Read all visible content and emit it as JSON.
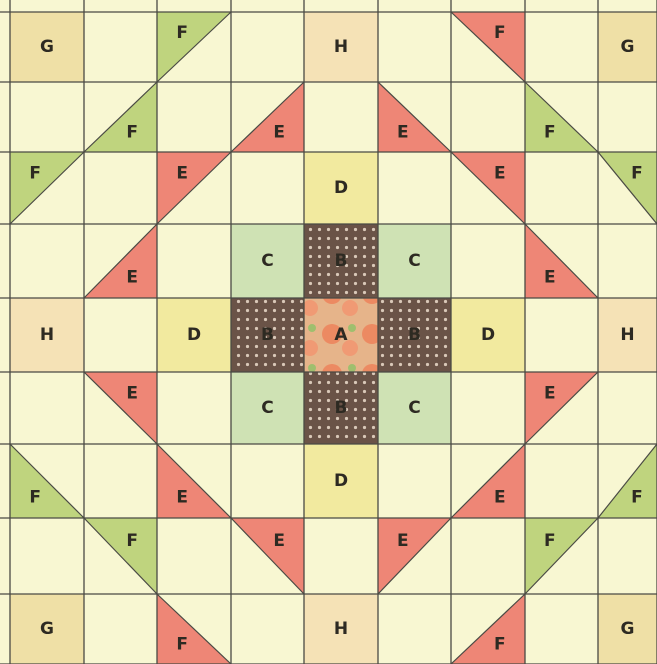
{
  "quilt": {
    "cols": 9,
    "rows": 9,
    "colors": {
      "background": "#f8f7d2",
      "grid_line": "#4a4a44",
      "fabric_A": "#e9936e",
      "fabric_B": "#6a5347",
      "fabric_C": "#cfe2b4",
      "fabric_D": "#f2ea9f",
      "fabric_E": "#ee8676",
      "fabric_F": "#bfd47e",
      "fabric_G": "#efe0a6",
      "fabric_H": "#f5e2b6"
    },
    "blocks": [
      {
        "r": 0,
        "c": 0,
        "label": "G",
        "shape": "full",
        "fabric": "G"
      },
      {
        "r": 0,
        "c": 2,
        "label": "F",
        "shape": "tl",
        "fabric": "F"
      },
      {
        "r": 0,
        "c": 4,
        "label": "H",
        "shape": "full",
        "fabric": "H"
      },
      {
        "r": 0,
        "c": 6,
        "label": "F",
        "shape": "tr",
        "fabric": "E"
      },
      {
        "r": 0,
        "c": 8,
        "label": "G",
        "shape": "full",
        "fabric": "G"
      },
      {
        "r": 1,
        "c": 1,
        "label": "F",
        "shape": "br",
        "fabric": "F"
      },
      {
        "r": 1,
        "c": 3,
        "label": "E",
        "shape": "br",
        "fabric": "E"
      },
      {
        "r": 1,
        "c": 5,
        "label": "E",
        "shape": "bl",
        "fabric": "E"
      },
      {
        "r": 1,
        "c": 7,
        "label": "F",
        "shape": "bl",
        "fabric": "F"
      },
      {
        "r": 2,
        "c": 0,
        "label": "F",
        "shape": "tl",
        "fabric": "F"
      },
      {
        "r": 2,
        "c": 2,
        "label": "E",
        "shape": "tl",
        "fabric": "E"
      },
      {
        "r": 2,
        "c": 4,
        "label": "D",
        "shape": "full",
        "fabric": "D"
      },
      {
        "r": 2,
        "c": 6,
        "label": "E",
        "shape": "tr",
        "fabric": "E"
      },
      {
        "r": 2,
        "c": 8,
        "label": "F",
        "shape": "tr",
        "fabric": "F"
      },
      {
        "r": 3,
        "c": 1,
        "label": "E",
        "shape": "br",
        "fabric": "E"
      },
      {
        "r": 3,
        "c": 3,
        "label": "C",
        "shape": "full",
        "fabric": "C"
      },
      {
        "r": 3,
        "c": 4,
        "label": "B",
        "shape": "full",
        "fabric": "B"
      },
      {
        "r": 3,
        "c": 5,
        "label": "C",
        "shape": "full",
        "fabric": "C"
      },
      {
        "r": 3,
        "c": 7,
        "label": "E",
        "shape": "bl",
        "fabric": "E"
      },
      {
        "r": 4,
        "c": 0,
        "label": "H",
        "shape": "full",
        "fabric": "H"
      },
      {
        "r": 4,
        "c": 2,
        "label": "D",
        "shape": "full",
        "fabric": "D"
      },
      {
        "r": 4,
        "c": 3,
        "label": "B",
        "shape": "full",
        "fabric": "B"
      },
      {
        "r": 4,
        "c": 4,
        "label": "A",
        "shape": "full",
        "fabric": "A"
      },
      {
        "r": 4,
        "c": 5,
        "label": "B",
        "shape": "full",
        "fabric": "B"
      },
      {
        "r": 4,
        "c": 6,
        "label": "D",
        "shape": "full",
        "fabric": "D"
      },
      {
        "r": 4,
        "c": 8,
        "label": "H",
        "shape": "full",
        "fabric": "H"
      },
      {
        "r": 5,
        "c": 1,
        "label": "E",
        "shape": "tr",
        "fabric": "E"
      },
      {
        "r": 5,
        "c": 3,
        "label": "C",
        "shape": "full",
        "fabric": "C"
      },
      {
        "r": 5,
        "c": 4,
        "label": "B",
        "shape": "full",
        "fabric": "B"
      },
      {
        "r": 5,
        "c": 5,
        "label": "C",
        "shape": "full",
        "fabric": "C"
      },
      {
        "r": 5,
        "c": 7,
        "label": "E",
        "shape": "tl",
        "fabric": "E"
      },
      {
        "r": 6,
        "c": 0,
        "label": "F",
        "shape": "bl",
        "fabric": "F"
      },
      {
        "r": 6,
        "c": 2,
        "label": "E",
        "shape": "bl",
        "fabric": "E"
      },
      {
        "r": 6,
        "c": 4,
        "label": "D",
        "shape": "full",
        "fabric": "D"
      },
      {
        "r": 6,
        "c": 6,
        "label": "E",
        "shape": "br",
        "fabric": "E"
      },
      {
        "r": 6,
        "c": 8,
        "label": "F",
        "shape": "br",
        "fabric": "F"
      },
      {
        "r": 7,
        "c": 1,
        "label": "F",
        "shape": "tr",
        "fabric": "F"
      },
      {
        "r": 7,
        "c": 3,
        "label": "E",
        "shape": "tr",
        "fabric": "E"
      },
      {
        "r": 7,
        "c": 5,
        "label": "E",
        "shape": "tl",
        "fabric": "E"
      },
      {
        "r": 7,
        "c": 7,
        "label": "F",
        "shape": "tl",
        "fabric": "F"
      },
      {
        "r": 8,
        "c": 0,
        "label": "G",
        "shape": "full",
        "fabric": "G"
      },
      {
        "r": 8,
        "c": 2,
        "label": "F",
        "shape": "bl",
        "fabric": "E"
      },
      {
        "r": 8,
        "c": 4,
        "label": "H",
        "shape": "full",
        "fabric": "H"
      },
      {
        "r": 8,
        "c": 6,
        "label": "F",
        "shape": "br",
        "fabric": "E"
      },
      {
        "r": 8,
        "c": 8,
        "label": "G",
        "shape": "full",
        "fabric": "G"
      }
    ]
  }
}
